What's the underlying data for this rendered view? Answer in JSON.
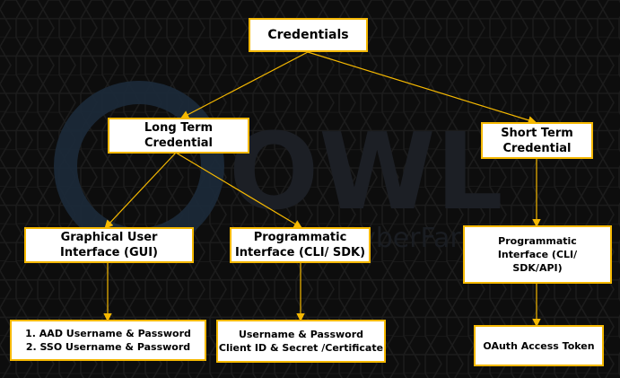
{
  "diagram": {
    "colors": {
      "edge": "#f5b800",
      "node_fill": "#ffffff",
      "node_border": "#f5b800",
      "background": "#0d0d0d"
    },
    "watermark": {
      "text": "OWL",
      "sub": "CyberFaris"
    },
    "nodes": {
      "credentials": {
        "lines": [
          "Credentials"
        ]
      },
      "long_term": {
        "lines": [
          "Long Term",
          "Credential"
        ]
      },
      "short_term": {
        "lines": [
          "Short Term",
          "Credential"
        ]
      },
      "gui": {
        "lines": [
          "Graphical User",
          "Interface (GUI)"
        ]
      },
      "prog_lt": {
        "lines": [
          "Programmatic",
          "Interface (CLI/ SDK)"
        ]
      },
      "prog_st": {
        "lines": [
          "Programmatic",
          "Interface (CLI/",
          "SDK/API)"
        ]
      },
      "gui_leaf": {
        "lines": [
          "1. AAD Username & Password",
          "2. SSO Username & Password"
        ]
      },
      "prog_lt_leaf": {
        "lines": [
          "Username & Password",
          "Client ID & Secret /Certificate"
        ]
      },
      "prog_st_leaf": {
        "lines": [
          "OAuth Access Token"
        ]
      }
    }
  }
}
